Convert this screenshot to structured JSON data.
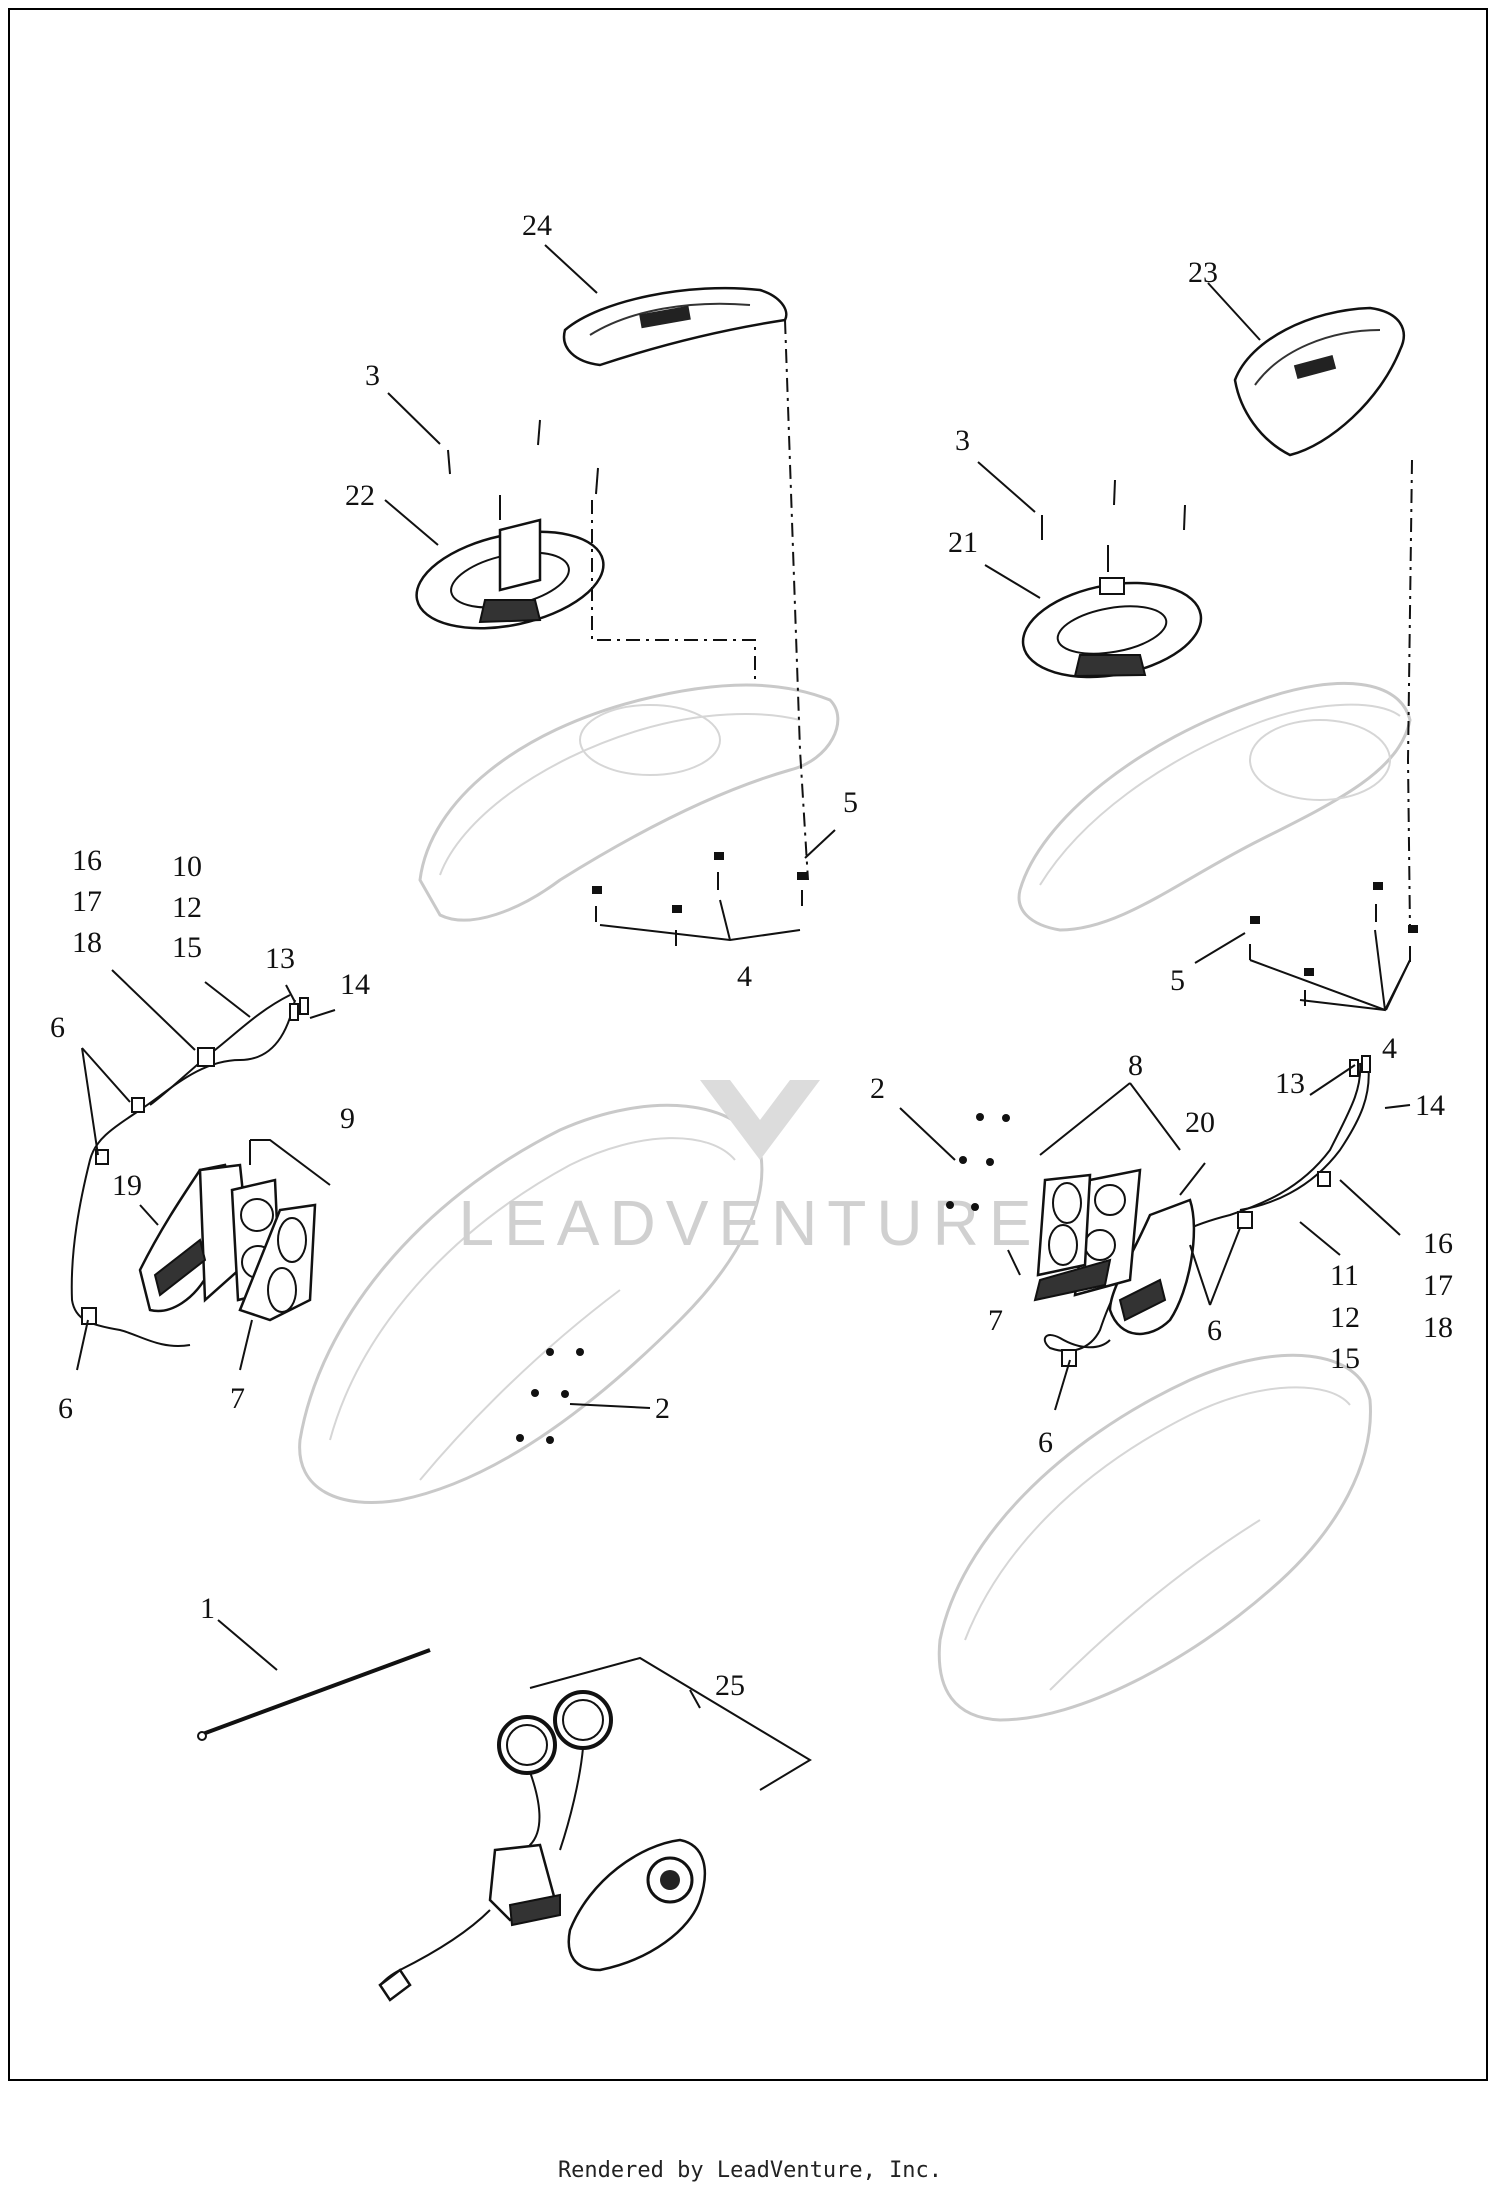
{
  "diagram": {
    "watermark_text": "LEADVENTURE",
    "callouts": [
      {
        "id": "c24",
        "label": "24"
      },
      {
        "id": "c23",
        "label": "23"
      },
      {
        "id": "c3a",
        "label": "3"
      },
      {
        "id": "c22",
        "label": "22"
      },
      {
        "id": "c3b",
        "label": "3"
      },
      {
        "id": "c21",
        "label": "21"
      },
      {
        "id": "c5a",
        "label": "5"
      },
      {
        "id": "c4a",
        "label": "4"
      },
      {
        "id": "c5b",
        "label": "5"
      },
      {
        "id": "c4b",
        "label": "4"
      },
      {
        "id": "c16a",
        "label": "16"
      },
      {
        "id": "c17a",
        "label": "17"
      },
      {
        "id": "c18a",
        "label": "18"
      },
      {
        "id": "c10",
        "label": "10"
      },
      {
        "id": "c12a",
        "label": "12"
      },
      {
        "id": "c15a",
        "label": "15"
      },
      {
        "id": "c13a",
        "label": "13"
      },
      {
        "id": "c14a",
        "label": "14"
      },
      {
        "id": "c6a",
        "label": "6"
      },
      {
        "id": "c9",
        "label": "9"
      },
      {
        "id": "c19",
        "label": "19"
      },
      {
        "id": "c6b",
        "label": "6"
      },
      {
        "id": "c7a",
        "label": "7"
      },
      {
        "id": "c2a",
        "label": "2"
      },
      {
        "id": "c2b",
        "label": "2"
      },
      {
        "id": "c8",
        "label": "8"
      },
      {
        "id": "c13b",
        "label": "13"
      },
      {
        "id": "c14b",
        "label": "14"
      },
      {
        "id": "c20",
        "label": "20"
      },
      {
        "id": "c16b",
        "label": "16"
      },
      {
        "id": "c17b",
        "label": "17"
      },
      {
        "id": "c18b",
        "label": "18"
      },
      {
        "id": "c11",
        "label": "11"
      },
      {
        "id": "c12b",
        "label": "12"
      },
      {
        "id": "c15b",
        "label": "15"
      },
      {
        "id": "c7b",
        "label": "7"
      },
      {
        "id": "c6c",
        "label": "6"
      },
      {
        "id": "c6d",
        "label": "6"
      },
      {
        "id": "c1",
        "label": "1"
      },
      {
        "id": "c25",
        "label": "25"
      }
    ]
  },
  "footer": {
    "text": "Rendered by LeadVenture, Inc."
  }
}
